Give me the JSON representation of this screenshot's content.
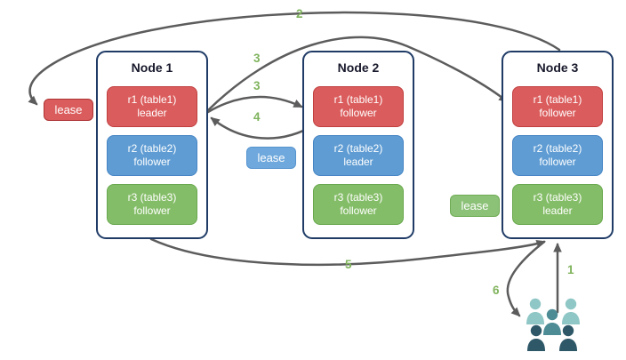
{
  "nodes": [
    {
      "title": "Node 1",
      "replicas": [
        {
          "label": "r1 (table1)",
          "role": "leader",
          "color": "red"
        },
        {
          "label": "r2 (table2)",
          "role": "follower",
          "color": "blue"
        },
        {
          "label": "r3 (table3)",
          "role": "follower",
          "color": "green"
        }
      ]
    },
    {
      "title": "Node 2",
      "replicas": [
        {
          "label": "r1 (table1)",
          "role": "follower",
          "color": "red"
        },
        {
          "label": "r2 (table2)",
          "role": "leader",
          "color": "blue"
        },
        {
          "label": "r3 (table3)",
          "role": "follower",
          "color": "green"
        }
      ]
    },
    {
      "title": "Node 3",
      "replicas": [
        {
          "label": "r1 (table1)",
          "role": "follower",
          "color": "red"
        },
        {
          "label": "r2 (table2)",
          "role": "follower",
          "color": "blue"
        },
        {
          "label": "r3 (table3)",
          "role": "leader",
          "color": "green"
        }
      ]
    }
  ],
  "leases": [
    {
      "label": "lease",
      "color": "red"
    },
    {
      "label": "lease",
      "color": "blue"
    },
    {
      "label": "lease",
      "color": "green"
    }
  ],
  "steps": {
    "step1": "1",
    "step2": "2",
    "step3a": "3",
    "step3b": "3",
    "step4": "4",
    "step5": "5",
    "step6": "6"
  },
  "icons": {
    "users_group": "users-group-icon"
  },
  "colors": {
    "replica_red": "#DB5C5C",
    "replica_blue": "#5E9CD3",
    "replica_green": "#84BD68",
    "node_border": "#1F3B66",
    "arrow": "#5C5C5C",
    "step_label": "#7FB35C",
    "users_light_teal": "#8FC7C6",
    "users_mid_teal": "#4D8C95",
    "users_dark_slate": "#2E5868"
  }
}
